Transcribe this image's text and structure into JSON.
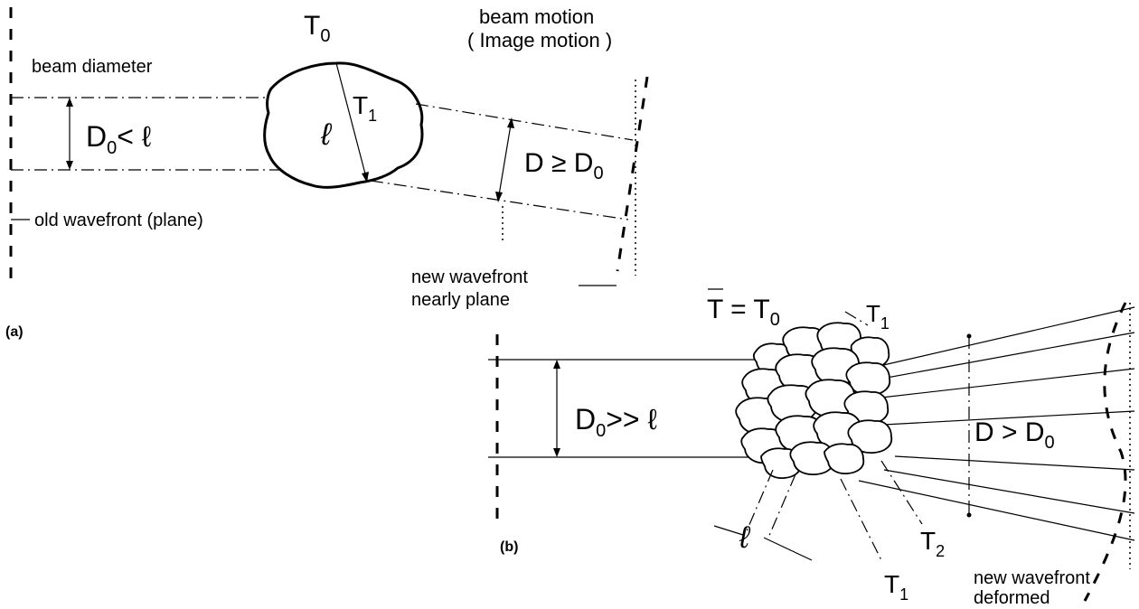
{
  "panel_a": {
    "label": "(a)",
    "beam_diameter": "beam diameter",
    "t0": "T",
    "t0_sub": "0",
    "t1": "T",
    "t1_sub": "1",
    "ell": "ℓ",
    "d0_lt_l": "D",
    "d0_lt_l_sub": "0",
    "d0_lt_l_rest": "< ℓ",
    "d_ge_d0": "D ≥ D",
    "d_ge_d0_sub": "0",
    "beam_motion": "beam motion",
    "image_motion": "( Image motion )",
    "old_wavefront": "old wavefront (plane)",
    "new_wavefront_1": "new wavefront",
    "new_wavefront_2": "nearly plane"
  },
  "panel_b": {
    "label": "(b)",
    "tbar": "T = T",
    "tbar_sub": "0",
    "t1_top": "T",
    "t1_top_sub": "1",
    "d0_gg_l": "D",
    "d0_gg_l_sub": "0",
    "d0_gg_l_rest": ">> ℓ",
    "d_gt_d0": "D > D",
    "d_gt_d0_sub": "0",
    "ell": "ℓ",
    "t2": "T",
    "t2_sub": "2",
    "t1_bottom": "T",
    "t1_bottom_sub": "1",
    "new_wavefront_1": "new wavefront",
    "new_wavefront_2": "deformed"
  }
}
